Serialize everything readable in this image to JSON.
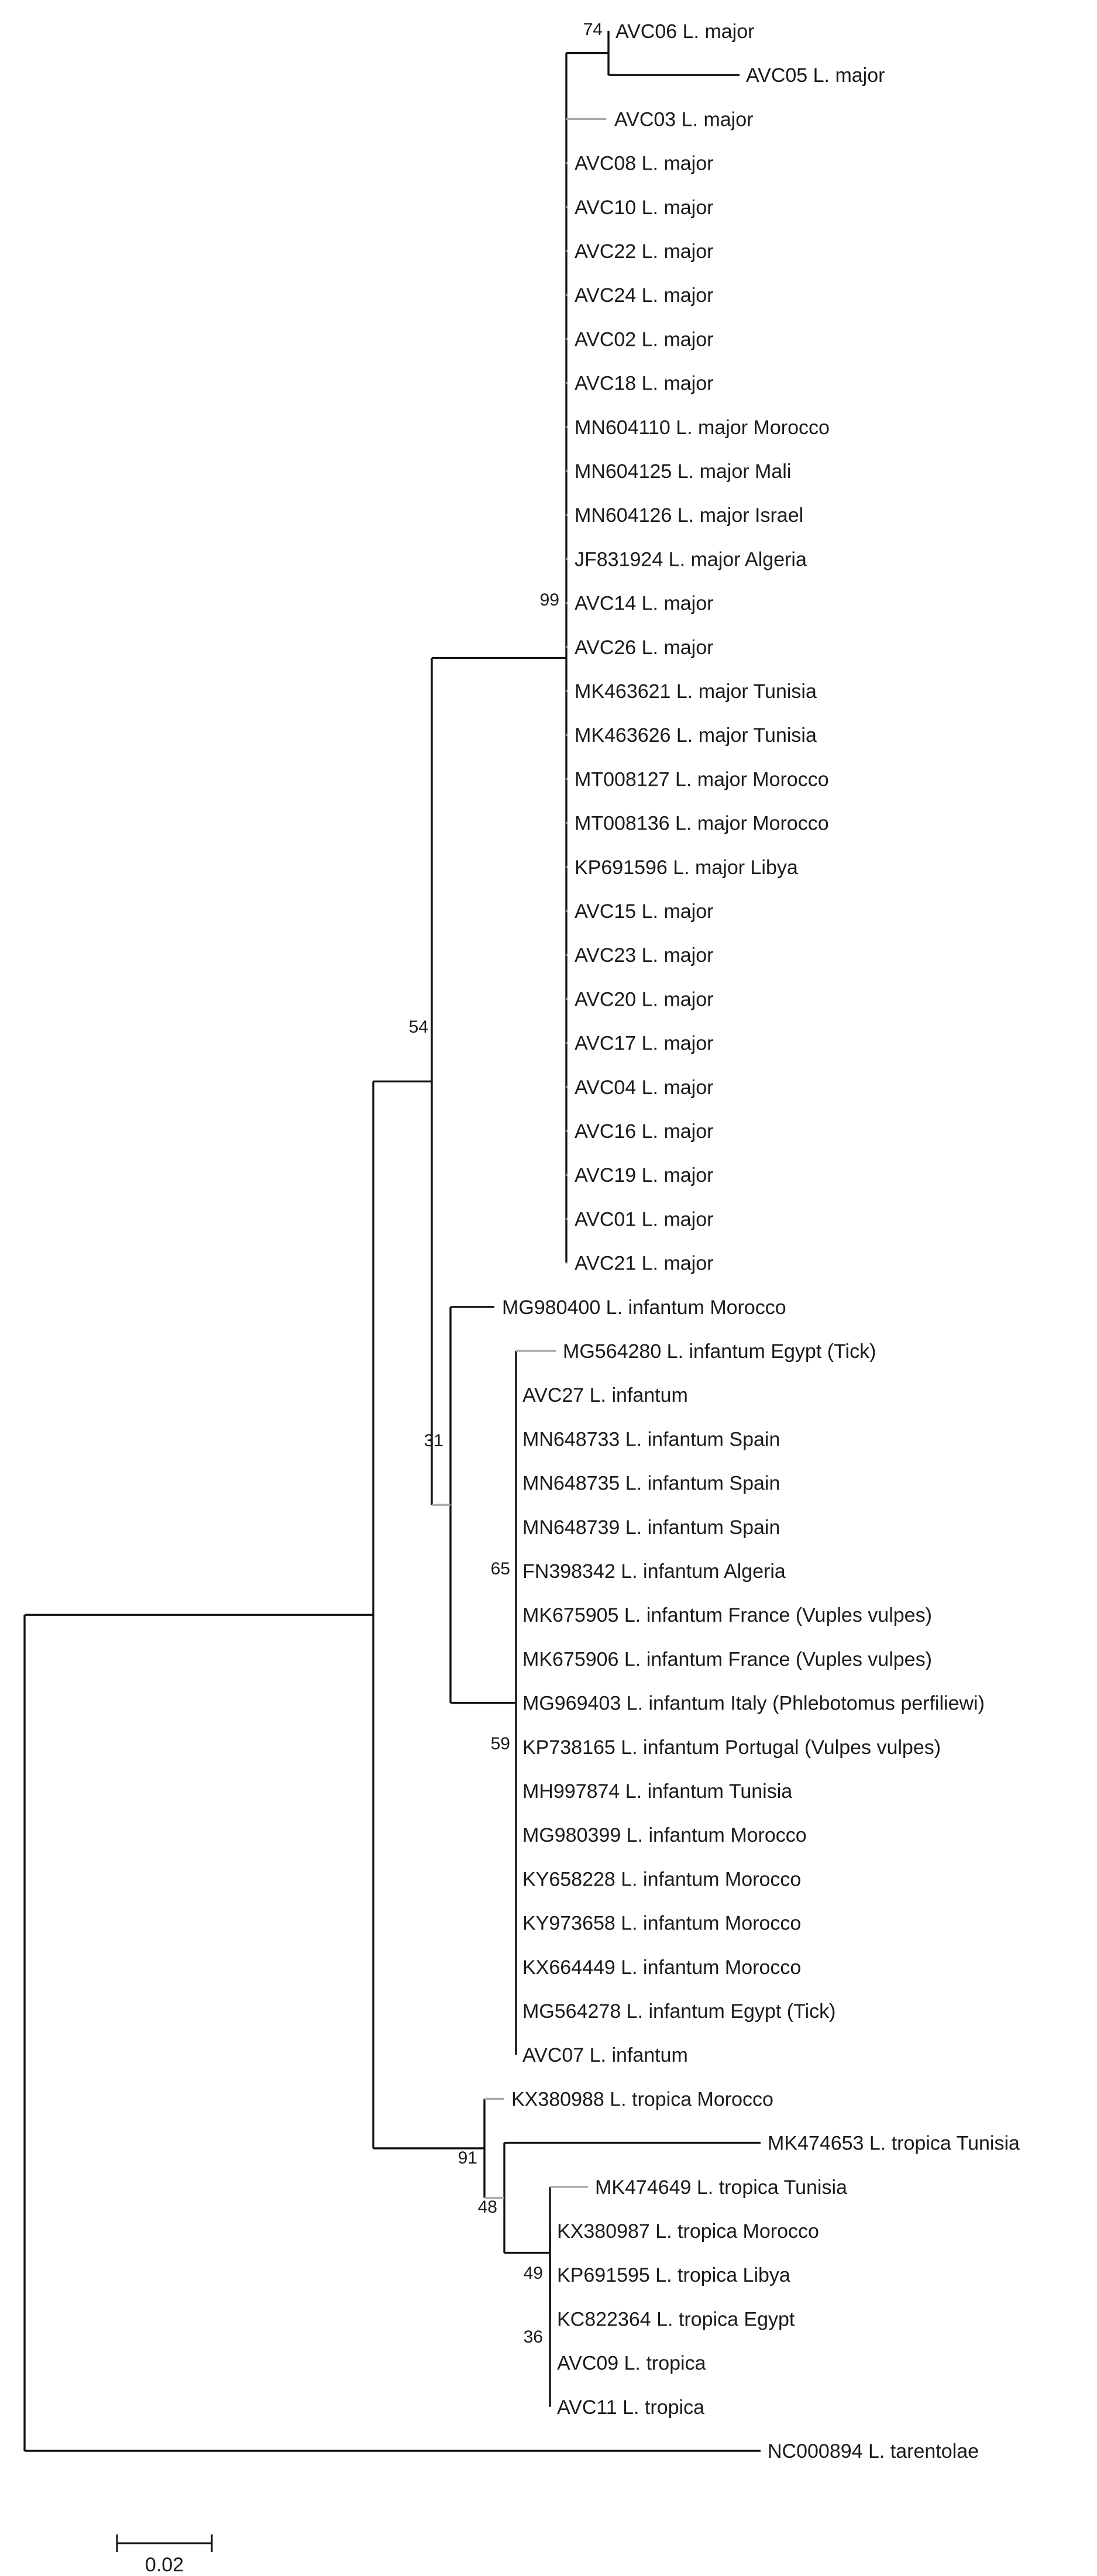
{
  "tree": {
    "leaves": [
      {
        "id": "l0",
        "label": "AVC06 L. major"
      },
      {
        "id": "l1",
        "label": "AVC05 L. major"
      },
      {
        "id": "l2",
        "label": "AVC03 L. major"
      },
      {
        "id": "l3",
        "label": "AVC08 L. major"
      },
      {
        "id": "l4",
        "label": "AVC10 L. major"
      },
      {
        "id": "l5",
        "label": "AVC22 L. major"
      },
      {
        "id": "l6",
        "label": "AVC24 L. major"
      },
      {
        "id": "l7",
        "label": "AVC02 L. major"
      },
      {
        "id": "l8",
        "label": "AVC18 L. major"
      },
      {
        "id": "l9",
        "label": "MN604110 L. major Morocco"
      },
      {
        "id": "l10",
        "label": "MN604125 L. major Mali"
      },
      {
        "id": "l11",
        "label": "MN604126 L. major Israel"
      },
      {
        "id": "l12",
        "label": "JF831924 L. major Algeria"
      },
      {
        "id": "l13",
        "label": "AVC14 L. major"
      },
      {
        "id": "l14",
        "label": "AVC26 L. major"
      },
      {
        "id": "l15",
        "label": "MK463621 L. major Tunisia"
      },
      {
        "id": "l16",
        "label": "MK463626 L. major Tunisia"
      },
      {
        "id": "l17",
        "label": "MT008127 L. major Morocco"
      },
      {
        "id": "l18",
        "label": "MT008136 L. major Morocco"
      },
      {
        "id": "l19",
        "label": "KP691596 L. major Libya"
      },
      {
        "id": "l20",
        "label": "AVC15 L. major"
      },
      {
        "id": "l21",
        "label": "AVC23 L. major"
      },
      {
        "id": "l22",
        "label": "AVC20 L. major"
      },
      {
        "id": "l23",
        "label": "AVC17 L. major"
      },
      {
        "id": "l24",
        "label": "AVC04 L. major"
      },
      {
        "id": "l25",
        "label": "AVC16 L. major"
      },
      {
        "id": "l26",
        "label": "AVC19 L. major"
      },
      {
        "id": "l27",
        "label": "AVC01 L. major"
      },
      {
        "id": "l28",
        "label": "AVC21 L. major"
      },
      {
        "id": "l29",
        "label": "MG980400 L. infantum Morocco"
      },
      {
        "id": "l30",
        "label": "MG564280 L. infantum Egypt (Tick)"
      },
      {
        "id": "l31",
        "label": "AVC27 L. infantum"
      },
      {
        "id": "l32",
        "label": "MN648733 L. infantum Spain"
      },
      {
        "id": "l33",
        "label": "MN648735 L. infantum Spain"
      },
      {
        "id": "l34",
        "label": "MN648739 L. infantum Spain"
      },
      {
        "id": "l35",
        "label": "FN398342 L. infantum Algeria"
      },
      {
        "id": "l36",
        "label": "MK675905 L. infantum France (Vuples vulpes)"
      },
      {
        "id": "l37",
        "label": "MK675906 L. infantum France (Vuples vulpes)"
      },
      {
        "id": "l38",
        "label": "MG969403 L. infantum Italy (Phlebotomus perfiliewi)"
      },
      {
        "id": "l39",
        "label": "KP738165 L. infantum Portugal (Vulpes vulpes)"
      },
      {
        "id": "l40",
        "label": "MH997874 L. infantum Tunisia"
      },
      {
        "id": "l41",
        "label": "MG980399 L. infantum Morocco"
      },
      {
        "id": "l42",
        "label": "KY658228 L. infantum Morocco"
      },
      {
        "id": "l43",
        "label": "KY973658 L. infantum Morocco"
      },
      {
        "id": "l44",
        "label": "KX664449 L. infantum Morocco"
      },
      {
        "id": "l45",
        "label": "MG564278 L. infantum Egypt (Tick)"
      },
      {
        "id": "l46",
        "label": "AVC07 L. infantum"
      },
      {
        "id": "l47",
        "label": "KX380988 L. tropica Morocco"
      },
      {
        "id": "l48",
        "label": "MK474653 L. tropica Tunisia"
      },
      {
        "id": "l49",
        "label": "MK474649 L. tropica Tunisia"
      },
      {
        "id": "l50",
        "label": "KX380987 L. tropica Morocco"
      },
      {
        "id": "l51",
        "label": "KP691595 L. tropica Libya"
      },
      {
        "id": "l52",
        "label": "KC822364 L. tropica Egypt"
      },
      {
        "id": "l53",
        "label": "AVC09 L. tropica"
      },
      {
        "id": "l54",
        "label": "AVC11 L. tropica"
      },
      {
        "id": "l55",
        "label": "NC000894 L. tarentolae"
      }
    ],
    "bootstrap": [
      {
        "id": "bs-74",
        "value": "74"
      },
      {
        "id": "bs-99",
        "value": "99"
      },
      {
        "id": "bs-54",
        "value": "54"
      },
      {
        "id": "bs-31",
        "value": "31"
      },
      {
        "id": "bs-65",
        "value": "65"
      },
      {
        "id": "bs-59",
        "value": "59"
      },
      {
        "id": "bs-91",
        "value": "91"
      },
      {
        "id": "bs-48",
        "value": "48"
      },
      {
        "id": "bs-49",
        "value": "49"
      },
      {
        "id": "bs-36",
        "value": "36"
      }
    ],
    "scale_bar": {
      "label": "0.02",
      "length": 0.02
    }
  },
  "colors": {
    "branch": "#111111",
    "short_branch": "#a8a8a8",
    "text": "#1a1a1a"
  }
}
